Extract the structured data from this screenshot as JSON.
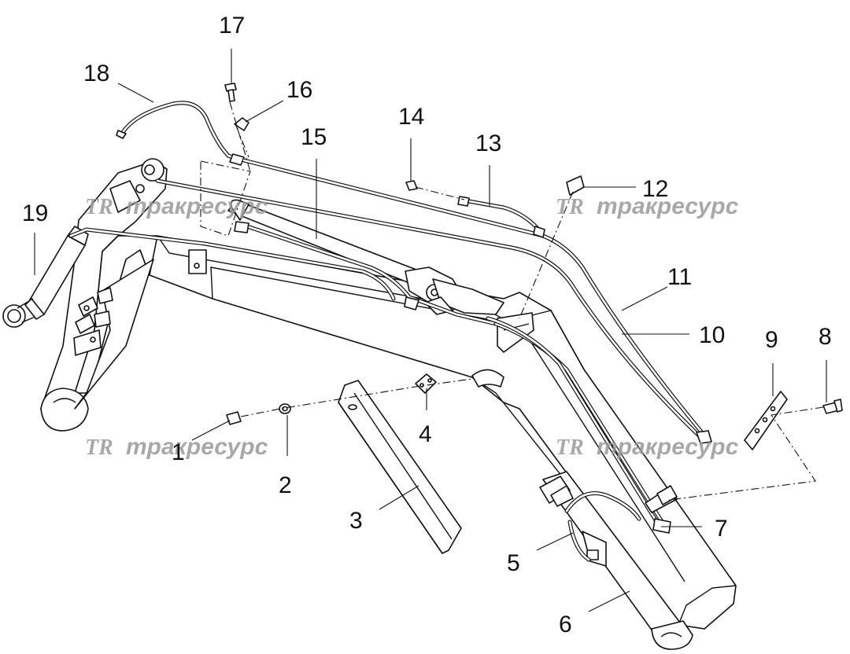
{
  "diagram": {
    "callouts": [
      {
        "id": "c1",
        "label": "1"
      },
      {
        "id": "c2",
        "label": "2"
      },
      {
        "id": "c3",
        "label": "3"
      },
      {
        "id": "c4",
        "label": "4"
      },
      {
        "id": "c5",
        "label": "5"
      },
      {
        "id": "c6",
        "label": "6"
      },
      {
        "id": "c7",
        "label": "7"
      },
      {
        "id": "c8",
        "label": "8"
      },
      {
        "id": "c9",
        "label": "9"
      },
      {
        "id": "c10",
        "label": "10"
      },
      {
        "id": "c11",
        "label": "11"
      },
      {
        "id": "c12",
        "label": "12"
      },
      {
        "id": "c13",
        "label": "13"
      },
      {
        "id": "c14",
        "label": "14"
      },
      {
        "id": "c15",
        "label": "15"
      },
      {
        "id": "c16",
        "label": "16"
      },
      {
        "id": "c17",
        "label": "17"
      },
      {
        "id": "c18",
        "label": "18"
      },
      {
        "id": "c19",
        "label": "19"
      }
    ],
    "watermarks": [
      {
        "logo": "TR",
        "text": "тракресурс"
      },
      {
        "logo": "TR",
        "text": "тракресурс"
      },
      {
        "logo": "TR",
        "text": "тракресурс"
      },
      {
        "logo": "TR",
        "text": "тракресурс"
      }
    ]
  }
}
